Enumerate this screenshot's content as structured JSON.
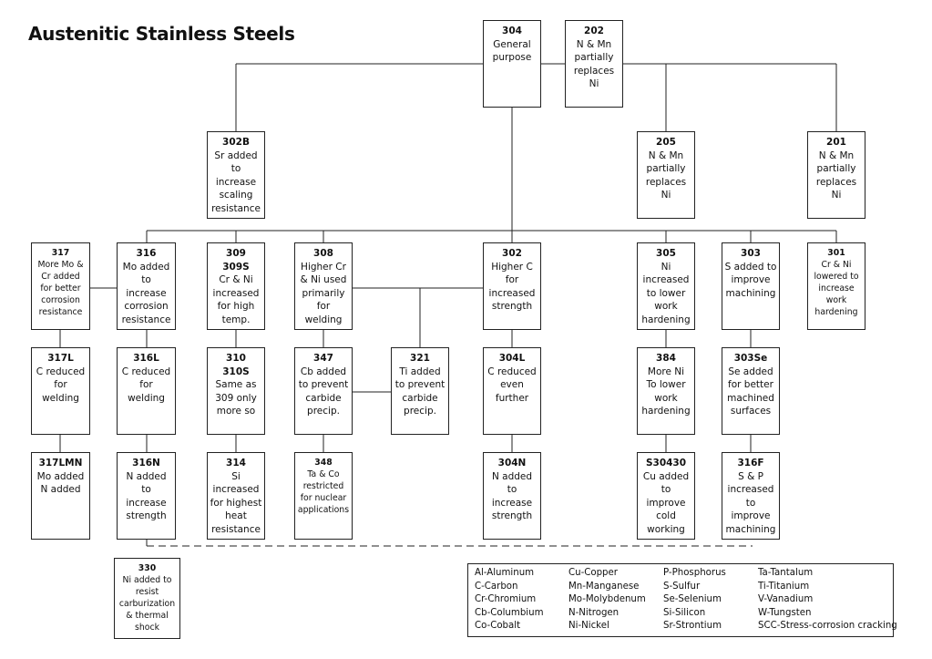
{
  "title": "Austenitic Stainless Steels",
  "grades": {
    "g304": {
      "grade": "304",
      "desc": "General\npurpose"
    },
    "g202": {
      "grade": "202",
      "desc": "N & Mn\npartially\nreplaces\nNi"
    },
    "g302B": {
      "grade": "302B",
      "desc": "Sr added\nto\nincrease\nscaling\nresistance"
    },
    "g205": {
      "grade": "205",
      "desc": "N & Mn\npartially\nreplaces\nNi"
    },
    "g201": {
      "grade": "201",
      "desc": "N & Mn\npartially\nreplaces\nNi"
    },
    "g317": {
      "grade": "317",
      "desc": "More Mo &\nCr added\nfor better\ncorrosion\nresistance"
    },
    "g316": {
      "grade": "316",
      "desc": "Mo added\nto\nincrease\ncorrosion\nresistance"
    },
    "g309S": {
      "grade": "309\n309S",
      "desc": "Cr & Ni\nincreased\nfor high\ntemp."
    },
    "g308": {
      "grade": "308",
      "desc": "Higher Cr\n& Ni used\nprimarily\nfor\nwelding"
    },
    "g302": {
      "grade": "302",
      "desc": "Higher C\nfor\nincreased\nstrength"
    },
    "g305": {
      "grade": "305",
      "desc": "Ni\nincreased\nto lower\nwork\nhardening"
    },
    "g303": {
      "grade": "303",
      "desc": "S added to\nimprove\nmachining"
    },
    "g301": {
      "grade": "301",
      "desc": "Cr & Ni\nlowered to\nincrease\nwork\nhardening"
    },
    "g317L": {
      "grade": "317L",
      "desc": "C reduced\nfor\nwelding"
    },
    "g316L": {
      "grade": "316L",
      "desc": "C reduced\nfor\nwelding"
    },
    "g310S": {
      "grade": "310\n310S",
      "desc": "Same as\n309 only\nmore so"
    },
    "g347": {
      "grade": "347",
      "desc": "Cb added\nto prevent\ncarbide\nprecip."
    },
    "g321": {
      "grade": "321",
      "desc": "Ti added\nto prevent\ncarbide\nprecip."
    },
    "g304L": {
      "grade": "304L",
      "desc": "C reduced\neven\nfurther"
    },
    "g384": {
      "grade": "384",
      "desc": "More Ni\nTo lower\nwork\nhardening"
    },
    "g303Se": {
      "grade": "303Se",
      "desc": "Se added\nfor better\nmachined\nsurfaces"
    },
    "g317LMN": {
      "grade": "317LMN",
      "desc": "Mo added\nN added"
    },
    "g316N": {
      "grade": "316N",
      "desc": "N added\nto\nincrease\nstrength"
    },
    "g314": {
      "grade": "314",
      "desc": "Si\nincreased\nfor highest\nheat\nresistance"
    },
    "g348": {
      "grade": "348",
      "desc": "Ta & Co\nrestricted\nfor nuclear\napplications"
    },
    "g304N": {
      "grade": "304N",
      "desc": "N added\nto\nincrease\nstrength"
    },
    "gS30430": {
      "grade": "S30430",
      "desc": "Cu added\nto\nimprove\ncold\nworking"
    },
    "g316F": {
      "grade": "316F",
      "desc": "S & P\nincreased\nto\nimprove\nmachining"
    },
    "g330": {
      "grade": "330",
      "desc": "Ni added to\nresist\ncarburization\n& thermal\nshock"
    }
  },
  "legend": {
    "col1": [
      "Al-Aluminum",
      "C-Carbon",
      "Cr-Chromium",
      "Cb-Columbium",
      "Co-Cobalt"
    ],
    "col2": [
      "Cu-Copper",
      "Mn-Manganese",
      "Mo-Molybdenum",
      "N-Nitrogen",
      "Ni-Nickel"
    ],
    "col3": [
      "P-Phosphorus",
      "S-Sulfur",
      "Se-Selenium",
      "Si-Silicon",
      "Sr-Strontium"
    ],
    "col4": [
      "Ta-Tantalum",
      "Ti-Titanium",
      "V-Vanadium",
      "W-Tungsten",
      "SCC-Stress-corrosion cracking"
    ]
  }
}
